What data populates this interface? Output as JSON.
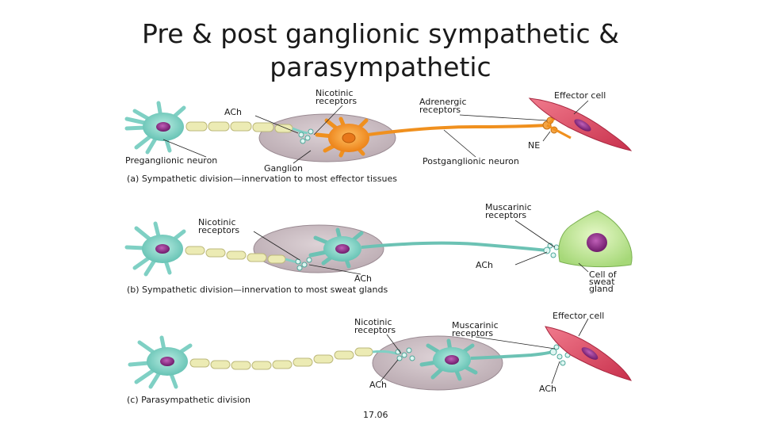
{
  "title": {
    "line1": "Pre & post ganglionic sympathetic &",
    "line2": "parasympathetic"
  },
  "panel_a": {
    "nicotinic": [
      "Nicotinic",
      "receptors"
    ],
    "ach": "ACh",
    "adrenergic": [
      "Adrenergic",
      "receptors"
    ],
    "effector": "Effector cell",
    "ne": "NE",
    "preganglionic": "Preganglionic neuron",
    "ganglion": "Ganglion",
    "postganglionic": "Postganglionic neuron",
    "caption": "(a) Sympathetic division—innervation to most effector tissues"
  },
  "panel_b": {
    "nicotinic": [
      "Nicotinic",
      "receptors"
    ],
    "muscarinic": [
      "Muscarinic",
      "receptors"
    ],
    "ach_post": "ACh",
    "ach_pre": "ACh",
    "gland": [
      "Cell of",
      "sweat",
      "gland"
    ],
    "caption": "(b) Sympathetic division—innervation to most sweat glands"
  },
  "panel_c": {
    "nicotinic": [
      "Nicotinic",
      "receptors"
    ],
    "muscarinic": [
      "Muscarinic",
      "receptors"
    ],
    "effector": "Effector cell",
    "ach_pre": "ACh",
    "ach_post": "ACh",
    "caption": "(c) Parasympathetic division"
  },
  "figure_number": "17.06",
  "colors": {
    "preganglionic_cell": "#7fd0c4",
    "myelin": "#ecebb4",
    "ganglion": "#c9bcc2",
    "sympathetic_postganglionic": "#f0901e",
    "parasympathetic_postganglionic": "#6cc2b4",
    "nucleus": "#8a2a86",
    "smooth_muscle": "#de4a63",
    "gland_cell": "#c5ec9a"
  }
}
